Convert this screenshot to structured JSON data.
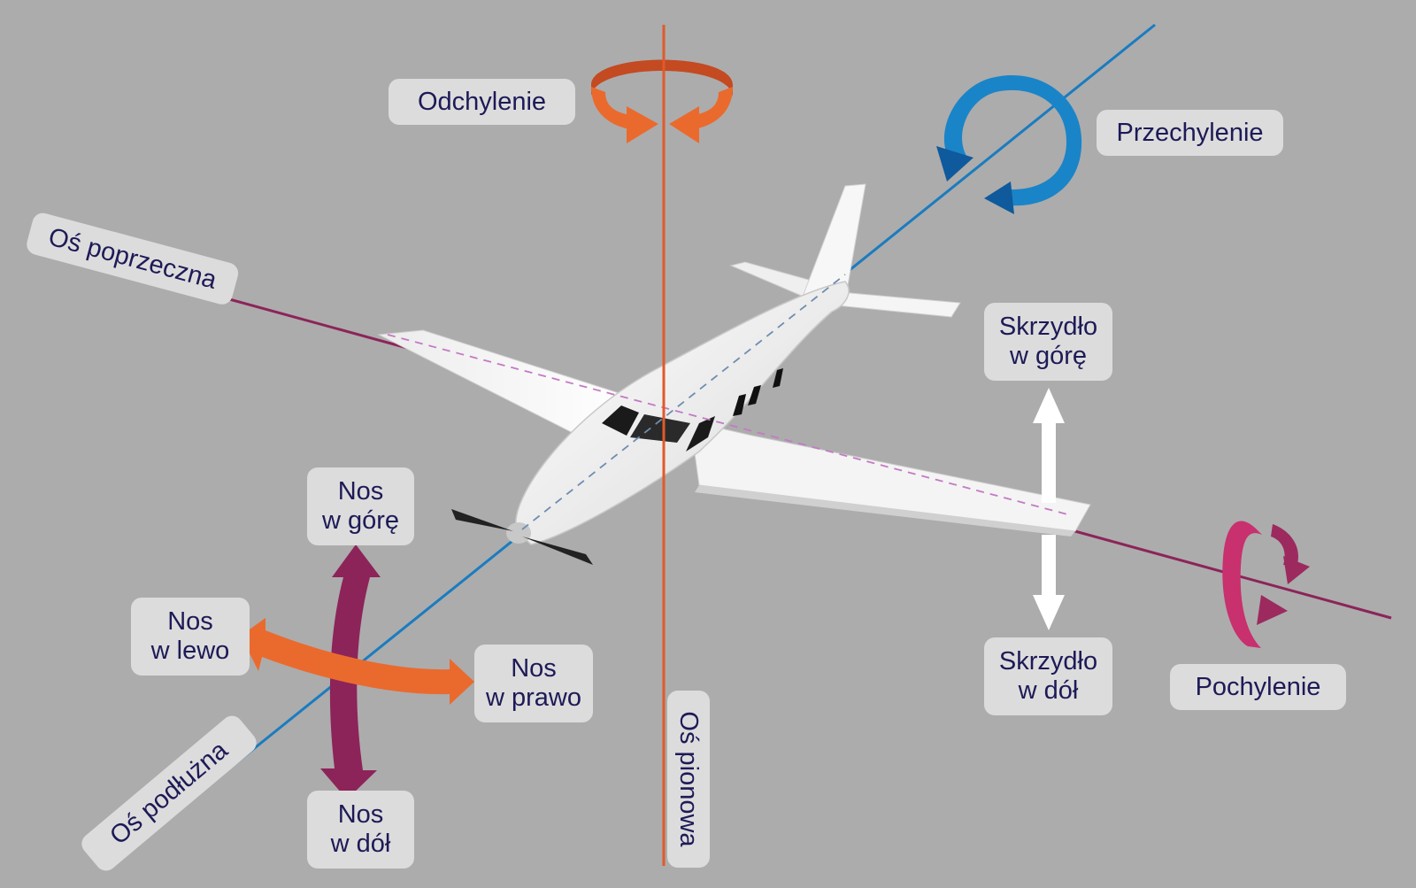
{
  "labels": {
    "odchylenie": "Odchylenie",
    "przechylenie": "Przechylenie",
    "os_poprzeczna": "Oś poprzeczna",
    "skrzydlo_gora_1": "Skrzydło",
    "skrzydlo_gora_2": "w górę",
    "skrzydlo_dol_1": "Skrzydło",
    "skrzydlo_dol_2": "w dół",
    "pochylenie": "Pochylenie",
    "nos_gora_1": "Nos",
    "nos_gora_2": "w górę",
    "nos_lewo_1": "Nos",
    "nos_lewo_2": "w lewo",
    "nos_prawo_1": "Nos",
    "nos_prawo_2": "w prawo",
    "nos_dol_1": "Nos",
    "nos_dol_2": "w dół",
    "os_podluzna": "Oś podłużna",
    "os_pionowa": "Oś pionowa"
  },
  "colors": {
    "background": "#acacac",
    "label_bg": "#dcdcdc",
    "label_text": "#1d1a57",
    "yaw_orange": "#e8602c",
    "roll_blue": "#1a75bb",
    "pitch_magenta": "#c8306e",
    "lateral_axis": "#8c2459",
    "longitudinal_axis": "#1a7cc0",
    "vertical_axis": "#e05a2a",
    "nose_updown_arrow": "#8c2459",
    "nose_leftright_arrow": "#e8602c"
  }
}
